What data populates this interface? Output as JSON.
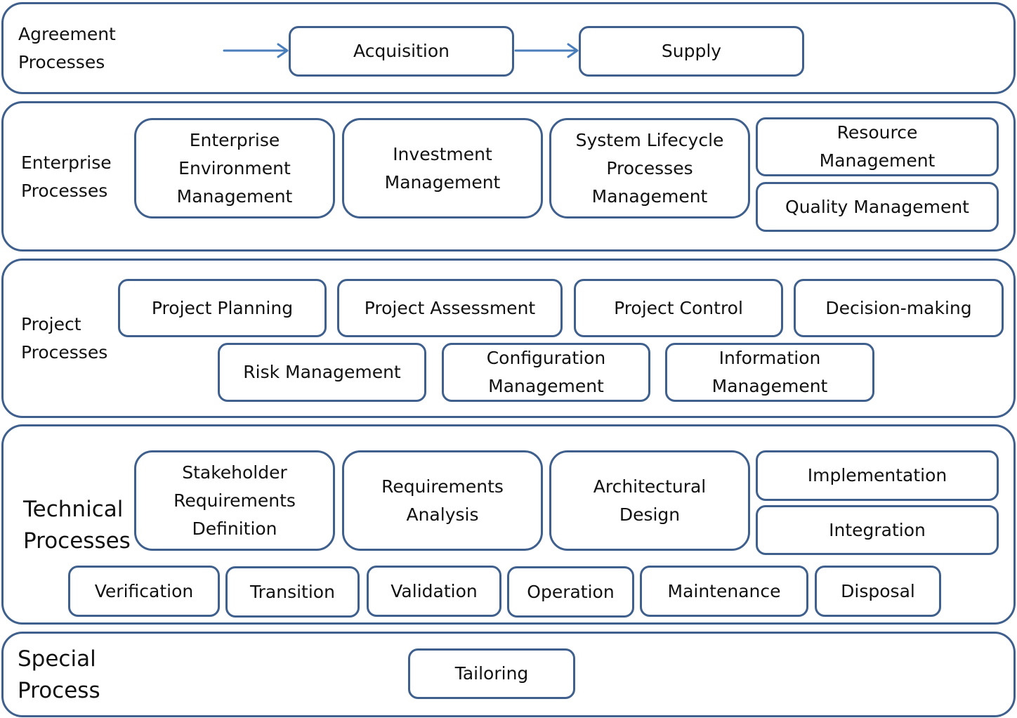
{
  "groups": {
    "agreement": {
      "label": [
        "Agreement",
        "Processes"
      ],
      "boxes": {
        "acquisition": [
          "Acquisition"
        ],
        "supply": [
          "Supply"
        ]
      }
    },
    "enterprise": {
      "label": [
        "Enterprise",
        "Processes"
      ],
      "boxes": {
        "environment": [
          "Enterprise",
          "Environment",
          "Management"
        ],
        "investment": [
          "Investment",
          "Management"
        ],
        "lifecycle": [
          "System Lifecycle",
          "Processes",
          "Management"
        ],
        "resource": [
          "Resource",
          "Management"
        ],
        "quality": [
          "Quality Management"
        ]
      }
    },
    "project": {
      "label": [
        "Project",
        "Processes"
      ],
      "boxes": {
        "planning": [
          "Project Planning"
        ],
        "assessment": [
          "Project Assessment"
        ],
        "control": [
          "Project Control"
        ],
        "decision": [
          "Decision-making"
        ],
        "risk": [
          "Risk Management"
        ],
        "configuration": [
          "Configuration",
          "Management"
        ],
        "information": [
          "Information",
          "Management"
        ]
      }
    },
    "technical": {
      "label": [
        "Technical",
        "Processes"
      ],
      "boxes": {
        "stakeholder": [
          "Stakeholder",
          "Requirements",
          "Definition"
        ],
        "requirements": [
          "Requirements",
          "Analysis"
        ],
        "architectural": [
          "Architectural",
          "Design"
        ],
        "implementation": [
          "Implementation"
        ],
        "integration": [
          "Integration"
        ],
        "verification": [
          "Verification"
        ],
        "transition": [
          "Transition"
        ],
        "validation": [
          "Validation"
        ],
        "operation": [
          "Operation"
        ],
        "maintenance": [
          "Maintenance"
        ],
        "disposal": [
          "Disposal"
        ]
      }
    },
    "special": {
      "label": [
        "Special",
        "Process"
      ],
      "boxes": {
        "tailoring": [
          "Tailoring"
        ]
      }
    }
  },
  "colors": {
    "border": "#3f5f8c",
    "arrow": "#4a7ebb",
    "text": "#111111"
  }
}
